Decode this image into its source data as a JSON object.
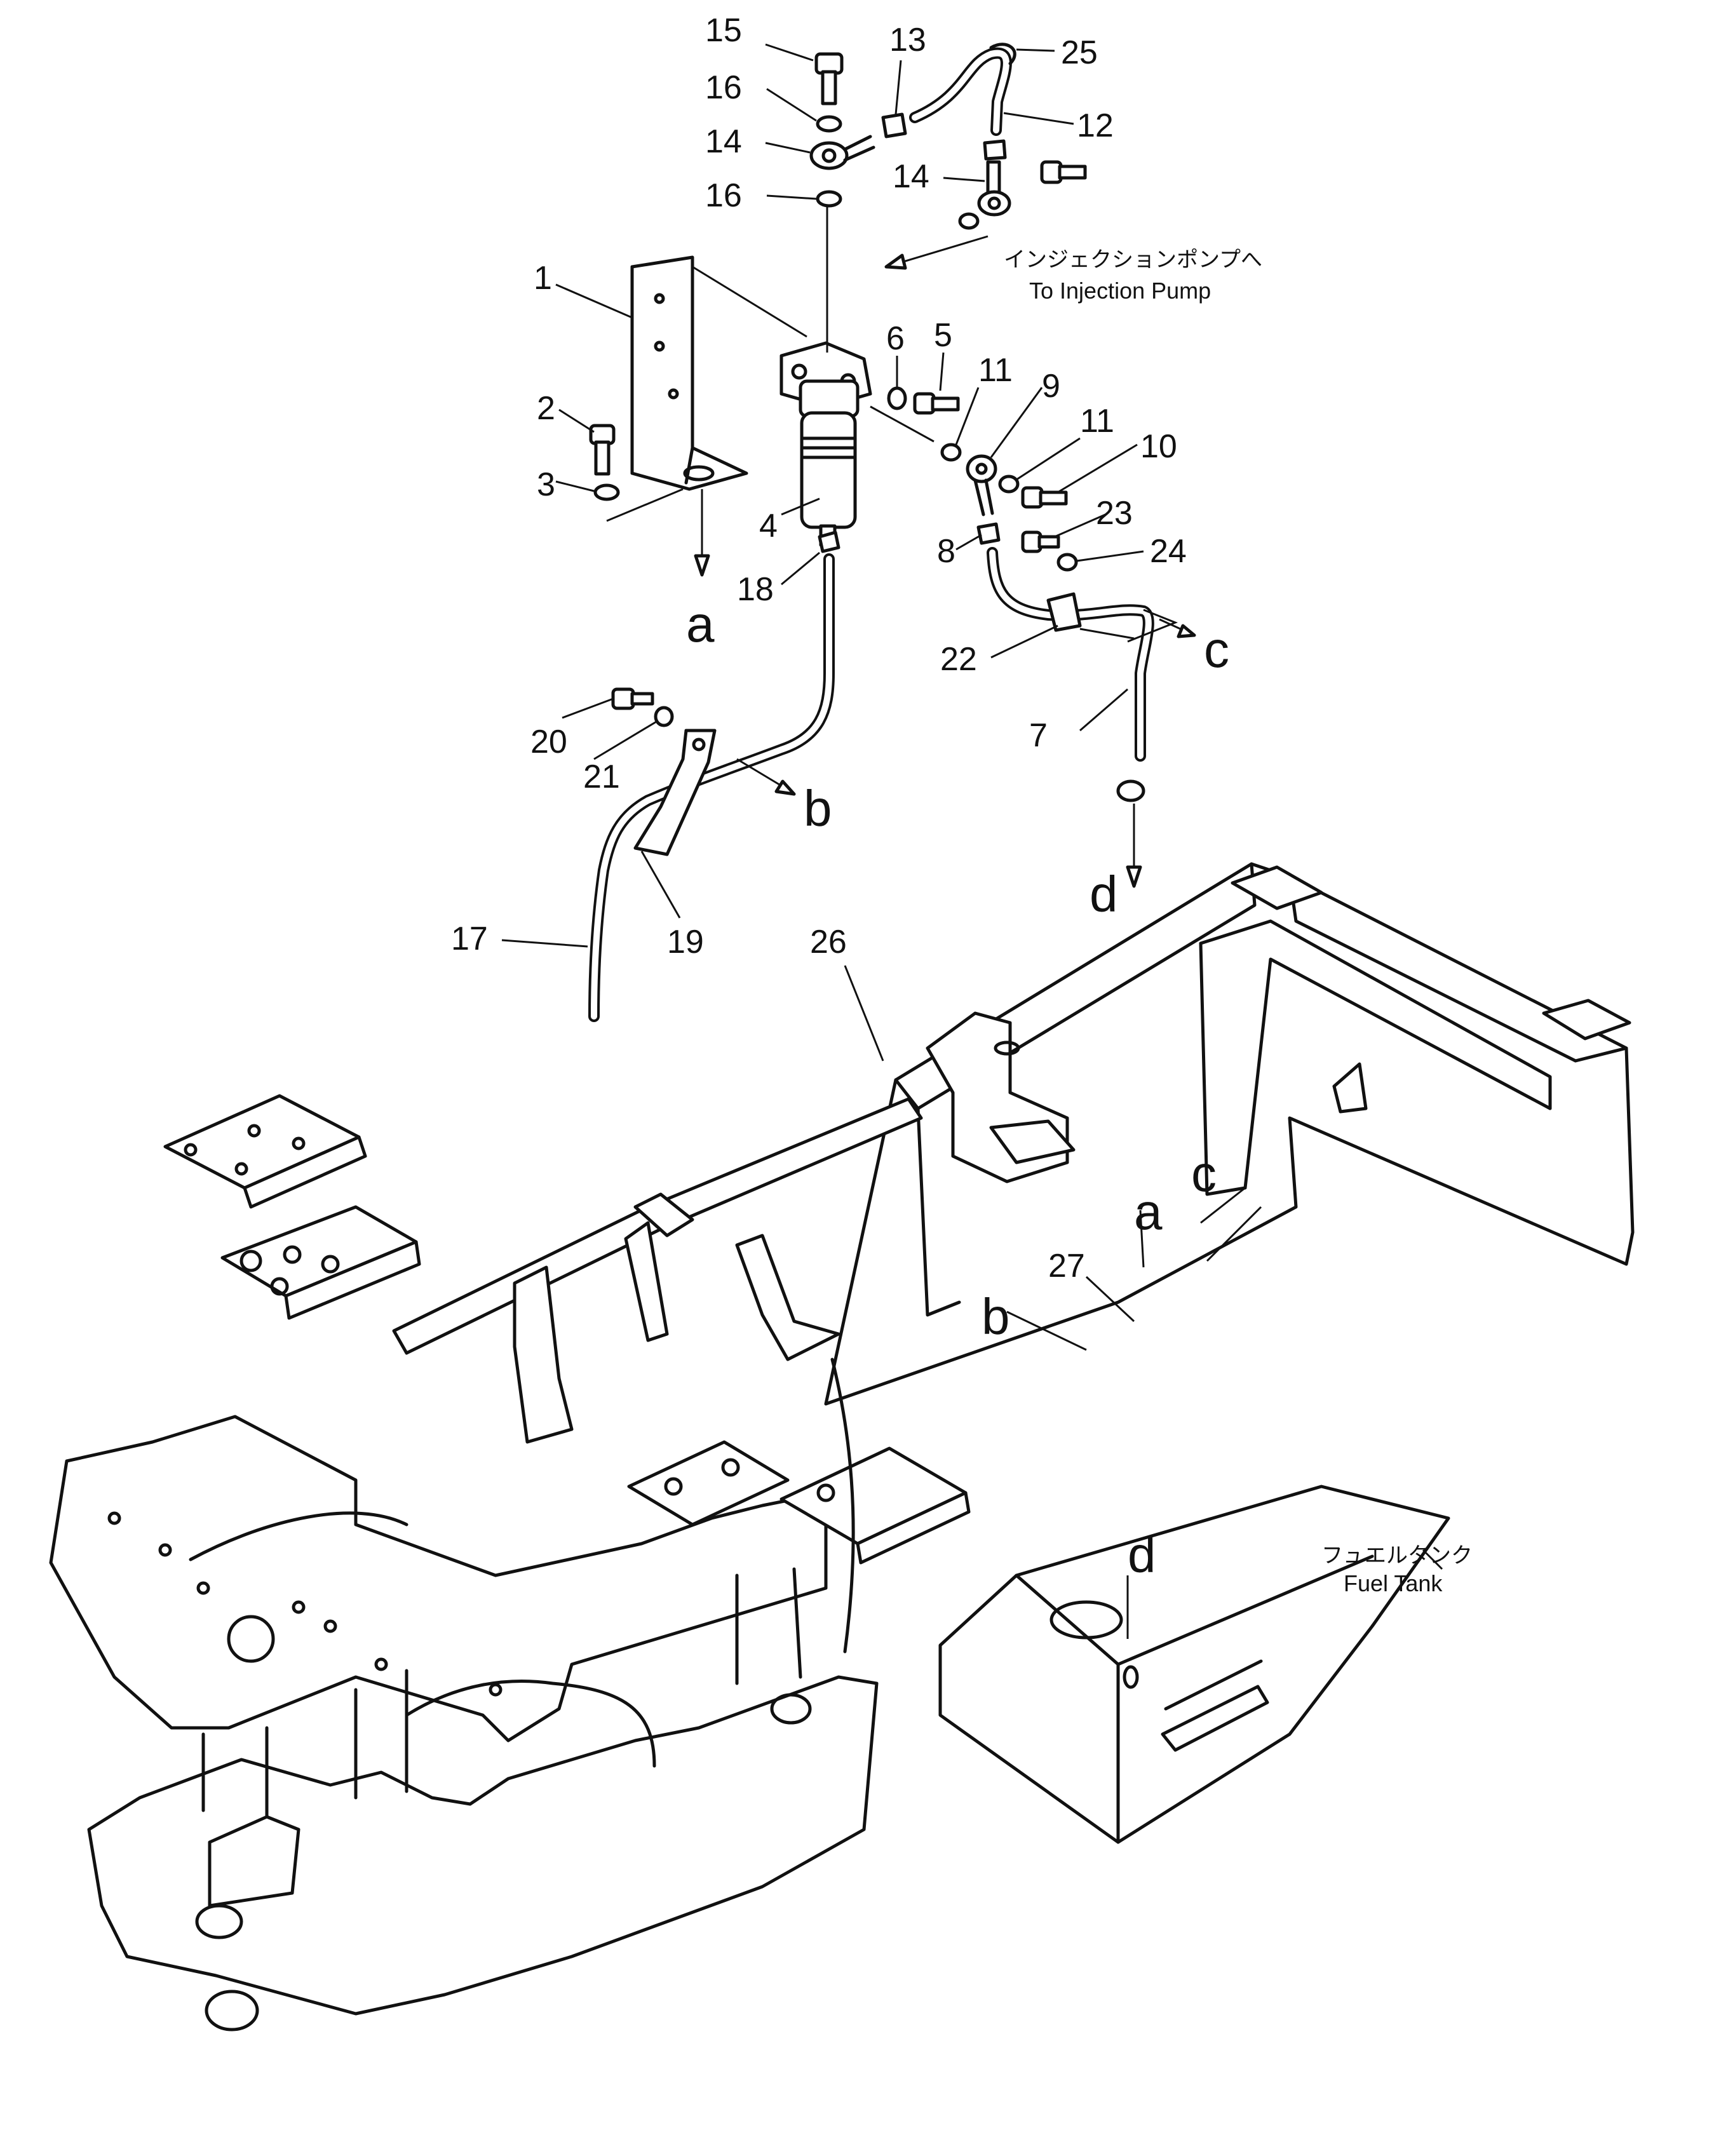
{
  "callouts": [
    {
      "id": "15",
      "text": "15"
    },
    {
      "id": "16a",
      "text": "16"
    },
    {
      "id": "14a",
      "text": "14"
    },
    {
      "id": "16b",
      "text": "16"
    },
    {
      "id": "13",
      "text": "13"
    },
    {
      "id": "25",
      "text": "25"
    },
    {
      "id": "12",
      "text": "12"
    },
    {
      "id": "14b",
      "text": "14"
    },
    {
      "id": "1",
      "text": "1"
    },
    {
      "id": "2",
      "text": "2"
    },
    {
      "id": "3",
      "text": "3"
    },
    {
      "id": "4",
      "text": "4"
    },
    {
      "id": "18",
      "text": "18"
    },
    {
      "id": "6",
      "text": "6"
    },
    {
      "id": "5",
      "text": "5"
    },
    {
      "id": "11a",
      "text": "11"
    },
    {
      "id": "9",
      "text": "9"
    },
    {
      "id": "11b",
      "text": "11"
    },
    {
      "id": "10",
      "text": "10"
    },
    {
      "id": "23",
      "text": "23"
    },
    {
      "id": "8",
      "text": "8"
    },
    {
      "id": "24",
      "text": "24"
    },
    {
      "id": "22",
      "text": "22"
    },
    {
      "id": "7",
      "text": "7"
    },
    {
      "id": "20",
      "text": "20"
    },
    {
      "id": "21",
      "text": "21"
    },
    {
      "id": "19",
      "text": "19"
    },
    {
      "id": "17",
      "text": "17"
    },
    {
      "id": "26",
      "text": "26"
    },
    {
      "id": "27",
      "text": "27"
    }
  ],
  "connection_letters": [
    {
      "id": "a-top",
      "text": "a"
    },
    {
      "id": "b-top",
      "text": "b"
    },
    {
      "id": "c-top",
      "text": "c"
    },
    {
      "id": "d-top",
      "text": "d"
    },
    {
      "id": "c-frame",
      "text": "c"
    },
    {
      "id": "a-frame",
      "text": "a"
    },
    {
      "id": "b-frame",
      "text": "b"
    },
    {
      "id": "d-tank",
      "text": "d"
    }
  ],
  "notes": {
    "injection_pump_jp": "インジェクションポンプへ",
    "injection_pump_en": "To Injection Pump",
    "fuel_tank_jp": "フュエルタンク",
    "fuel_tank_en": "Fuel Tank"
  }
}
